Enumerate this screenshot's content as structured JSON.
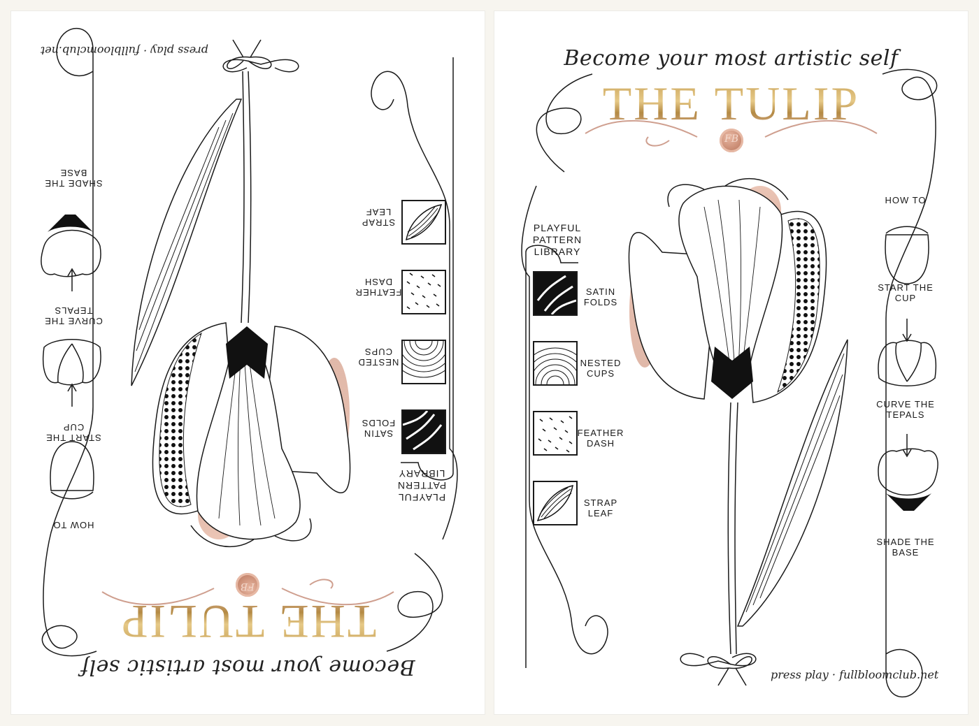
{
  "tagline": "Become your most artistic self",
  "title": "THE TULIP",
  "credit": "press play · fullbloomclub.net",
  "seal_initials": "FB",
  "colors": {
    "gold": "#c9a35a",
    "rose": "#d9a894",
    "ink": "#1a1a1a",
    "paper": "#ffffff"
  },
  "how_to": {
    "title": "HOW TO",
    "steps": [
      {
        "label": "START THE CUP"
      },
      {
        "label": "CURVE THE TEPALS"
      },
      {
        "label": "SHADE THE BASE"
      }
    ]
  },
  "library": {
    "title": "PLAYFUL PATTERN LIBRARY",
    "patterns": [
      {
        "label": "SATIN FOLDS",
        "icon": "satin-folds-swatch"
      },
      {
        "label": "NESTED CUPS",
        "icon": "nested-cups-swatch"
      },
      {
        "label": "FEATHER DASH",
        "icon": "feather-dash-swatch"
      },
      {
        "label": "STRAP LEAF",
        "icon": "strap-leaf-swatch"
      }
    ]
  },
  "left_card_orientation": "rotated 180 degrees"
}
